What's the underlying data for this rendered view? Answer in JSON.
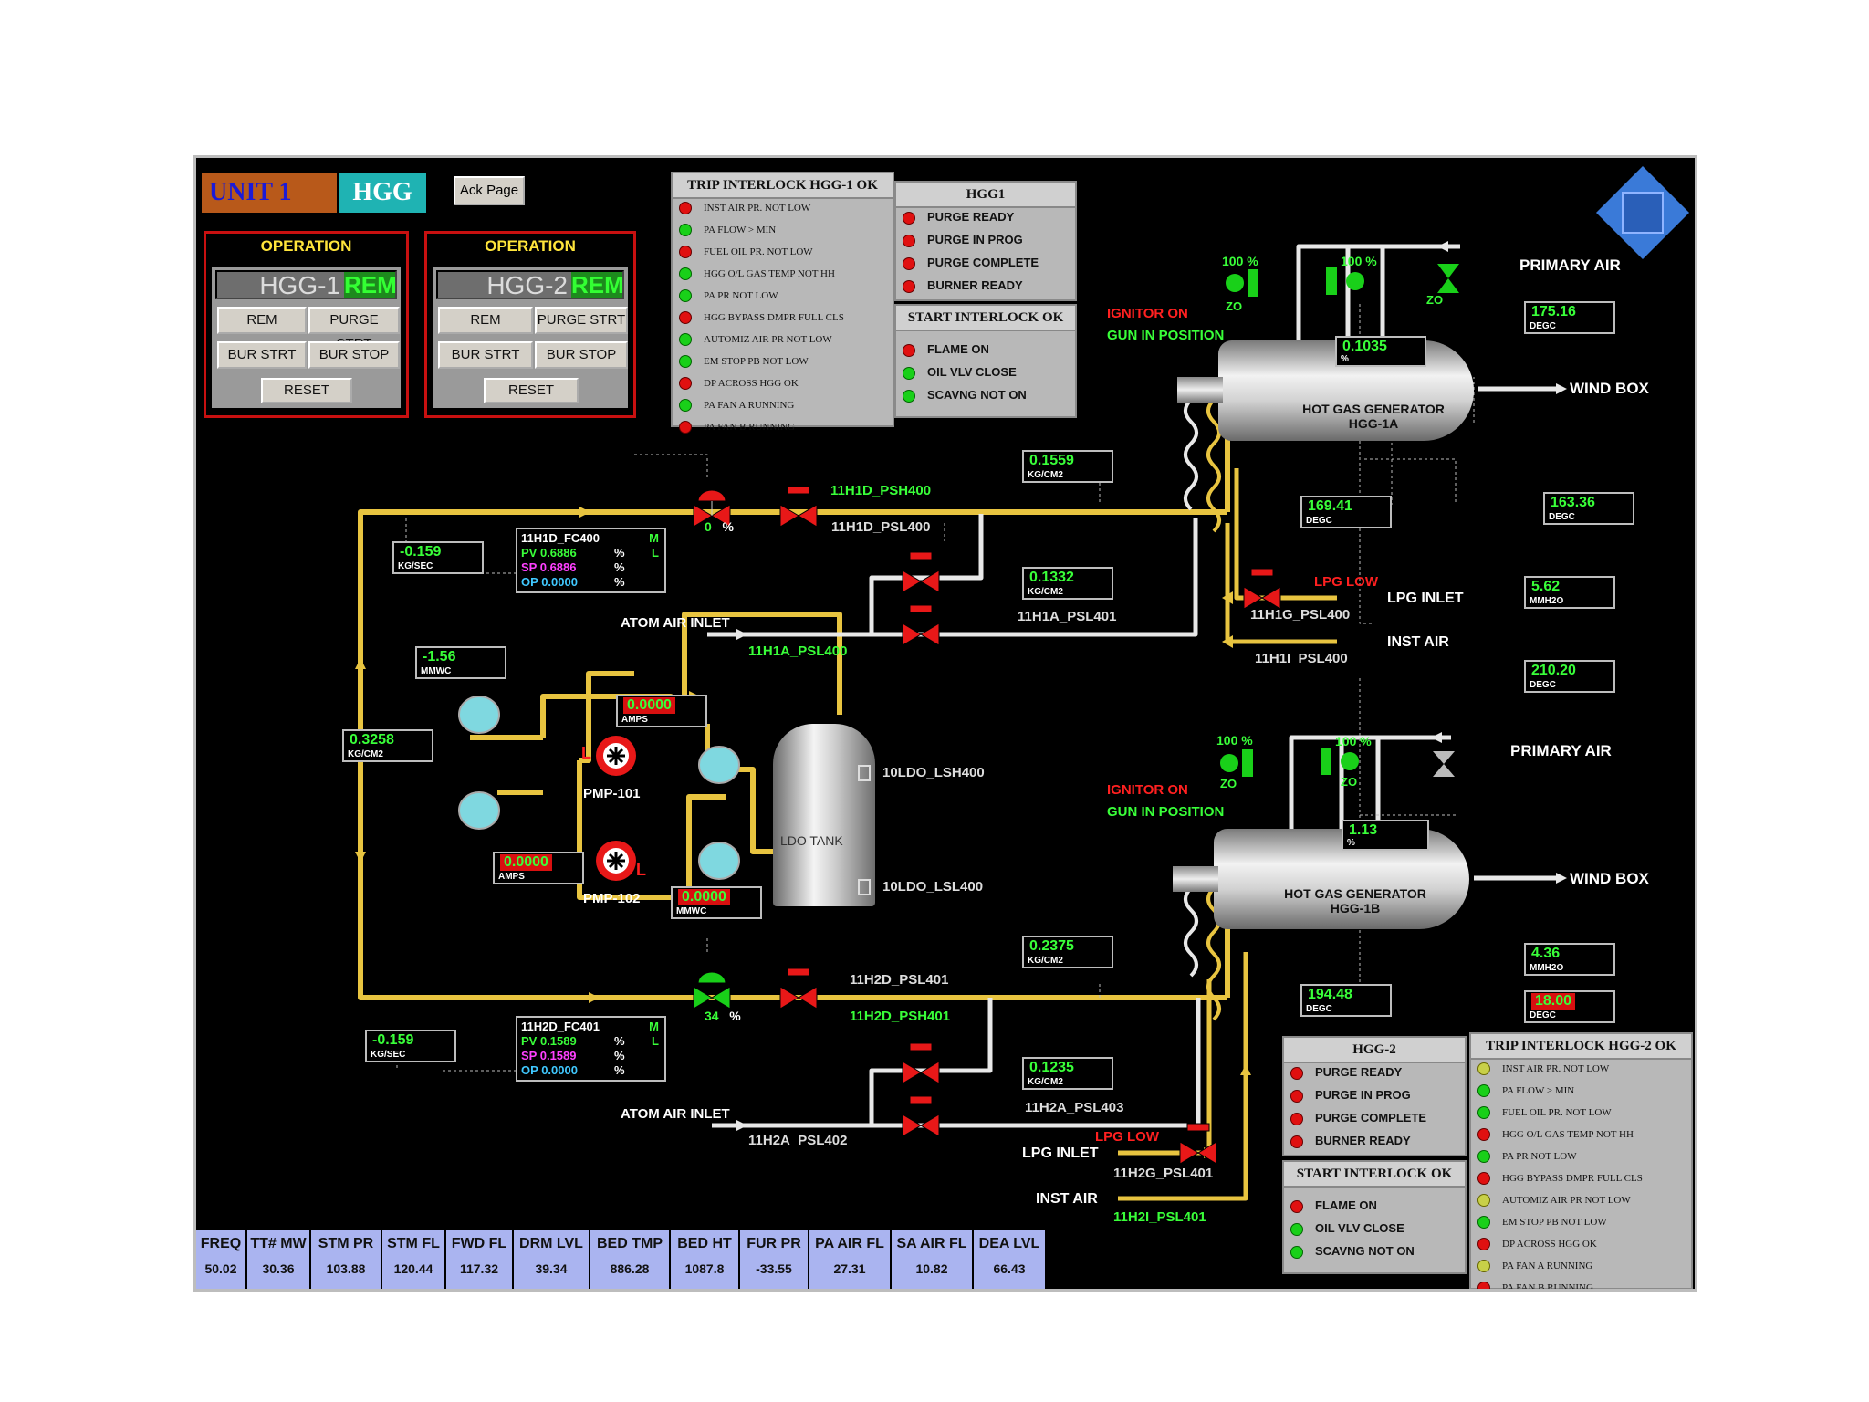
{
  "header": {
    "unit": "UNIT 1",
    "area": "HGG",
    "ack_button": "Ack Page"
  },
  "operation": [
    {
      "title": "OPERATION",
      "id": "HGG-1",
      "mode": "REM",
      "buttons": {
        "rem": "REM",
        "purge_strt": "PURGE STRT",
        "bur_strt": "BUR STRT",
        "bur_stop": "BUR STOP",
        "reset": "RESET"
      }
    },
    {
      "title": "OPERATION",
      "id": "HGG-2",
      "mode": "REM",
      "buttons": {
        "rem": "REM",
        "purge_strt": "PURGE STRT",
        "bur_strt": "BUR STRT",
        "bur_stop": "BUR STOP",
        "reset": "RESET"
      }
    }
  ],
  "trip_hgg1": {
    "title": "TRIP INTERLOCK HGG-1 OK",
    "items": [
      {
        "label": "INST AIR PR. NOT LOW",
        "status": "red"
      },
      {
        "label": "PA FLOW > MIN",
        "status": "green"
      },
      {
        "label": "FUEL OIL PR. NOT LOW",
        "status": "red"
      },
      {
        "label": "HGG O/L GAS TEMP NOT HH",
        "status": "green"
      },
      {
        "label": "PA PR NOT LOW",
        "status": "green"
      },
      {
        "label": "HGG BYPASS DMPR FULL CLS",
        "status": "red"
      },
      {
        "label": "AUTOMIZ AIR PR NOT LOW",
        "status": "green"
      },
      {
        "label": "EM STOP PB NOT LOW",
        "status": "green"
      },
      {
        "label": "DP ACROSS HGG OK",
        "status": "red"
      },
      {
        "label": "PA FAN A RUNNING",
        "status": "green"
      },
      {
        "label": "PA FAN B RUNNING",
        "status": "red"
      }
    ]
  },
  "hgg1_status": {
    "title": "HGG1",
    "items": [
      {
        "label": "PURGE READY",
        "status": "red"
      },
      {
        "label": "PURGE IN PROG",
        "status": "red"
      },
      {
        "label": "PURGE COMPLETE",
        "status": "red"
      },
      {
        "label": "BURNER READY",
        "status": "red"
      }
    ],
    "start_title": "START INTERLOCK OK",
    "start_items": [
      {
        "label": "FLAME ON",
        "status": "red"
      },
      {
        "label": "OIL VLV CLOSE",
        "status": "green"
      },
      {
        "label": "SCAVNG NOT ON",
        "status": "green"
      }
    ]
  },
  "hgg2_status": {
    "title": "HGG-2",
    "items": [
      {
        "label": "PURGE READY",
        "status": "red"
      },
      {
        "label": "PURGE IN PROG",
        "status": "red"
      },
      {
        "label": "PURGE COMPLETE",
        "status": "red"
      },
      {
        "label": "BURNER READY",
        "status": "red"
      }
    ],
    "start_title": "START INTERLOCK OK",
    "start_items": [
      {
        "label": "FLAME ON",
        "status": "red"
      },
      {
        "label": "OIL VLV CLOSE",
        "status": "green"
      },
      {
        "label": "SCAVNG NOT ON",
        "status": "green"
      }
    ]
  },
  "trip_hgg2": {
    "title": "TRIP INTERLOCK HGG-2 OK",
    "items": [
      {
        "label": "INST AIR PR. NOT LOW",
        "status": "yellow"
      },
      {
        "label": "PA FLOW > MIN",
        "status": "green"
      },
      {
        "label": "FUEL OIL PR. NOT LOW",
        "status": "green"
      },
      {
        "label": "HGG O/L GAS TEMP NOT HH",
        "status": "red"
      },
      {
        "label": "PA PR NOT LOW",
        "status": "green"
      },
      {
        "label": "HGG BYPASS DMPR FULL CLS",
        "status": "red"
      },
      {
        "label": "AUTOMIZ AIR PR NOT LOW",
        "status": "yellow"
      },
      {
        "label": "EM STOP PB NOT LOW",
        "status": "green"
      },
      {
        "label": "DP ACROSS HGG OK",
        "status": "red"
      },
      {
        "label": "PA FAN A RUNNING",
        "status": "yellow"
      },
      {
        "label": "PA FAN B RUNNING",
        "status": "red"
      }
    ]
  },
  "generator_1": {
    "name": "HOT GAS GENERATOR",
    "tag": "HGG-1A",
    "ignitor": "IGNITOR ON",
    "gun": "GUN IN POSITION",
    "primary_air": "PRIMARY AIR",
    "wind_box": "WIND BOX",
    "damper_left": "100",
    "damper_right": "100",
    "pct": "%",
    "zo": "ZO",
    "readings": {
      "outlet_temp": {
        "value": "175.16",
        "unit": "DEGC"
      },
      "damper_pos": {
        "value": "0.1035",
        "unit": "%"
      },
      "shell_temp": {
        "value": "169.41",
        "unit": "DEGC"
      },
      "side_temp": {
        "value": "163.36",
        "unit": "DEGC"
      },
      "draft": {
        "value": "5.62",
        "unit": "MMH2O"
      }
    }
  },
  "generator_2": {
    "name": "HOT GAS GENERATOR",
    "tag": "HGG-1B",
    "ignitor": "IGNITOR ON",
    "gun": "GUN IN POSITION",
    "primary_air": "PRIMARY AIR",
    "wind_box": "WIND BOX",
    "damper_left": "100",
    "damper_right": "100",
    "pct": "%",
    "zo": "ZO",
    "readings": {
      "outlet_temp": {
        "value": "210.20",
        "unit": "DEGC"
      },
      "damper_pos": {
        "value": "1.13",
        "unit": "%"
      },
      "shell_temp": {
        "value": "194.48",
        "unit": "DEGC"
      },
      "draft": {
        "value": "4.36",
        "unit": "MMH2O"
      },
      "alarm_temp": {
        "value": "18.00",
        "unit": "DEGC"
      }
    }
  },
  "fuel_line_1": {
    "psh": "11H1D_PSH400",
    "psl": "11H1D_PSL400",
    "atom_psl": "11H1A_PSL400",
    "atom_psl401": "11H1A_PSL401",
    "lpg_psl": "11H1G_PSL400",
    "inst_psl": "11H1I_PSL400",
    "atom_air_inlet": "ATOM AIR INLET",
    "lpg_inlet": "LPG INLET",
    "lpg_low": "LPG LOW",
    "inst_air": "INST AIR",
    "valve_pos": "0",
    "pct": "%",
    "press_1": {
      "value": "0.1559",
      "unit": "KG/CM2"
    },
    "press_2": {
      "value": "0.1332",
      "unit": "KG/CM2"
    },
    "flow": {
      "value": "-0.159",
      "unit": "KG/SEC"
    },
    "fc": {
      "tag": "11H1D_FC400",
      "m": "M",
      "l": "L",
      "pv_label": "PV",
      "pv": "0.6886",
      "sp_label": "SP",
      "sp": "0.6886",
      "op_label": "OP",
      "op": "0.0000",
      "pct": "%"
    }
  },
  "fuel_line_2": {
    "psh": "11H2D_PSH401",
    "psl": "11H2D_PSL401",
    "atom_psl": "11H2A_PSL402",
    "atom_psl403": "11H2A_PSL403",
    "lpg_psl": "11H2G_PSL401",
    "inst_psl": "11H2I_PSL401",
    "atom_air_inlet": "ATOM AIR INLET",
    "lpg_inlet": "LPG INLET",
    "lpg_low": "LPG LOW",
    "inst_air": "INST AIR",
    "valve_pos": "34",
    "pct": "%",
    "press_1": {
      "value": "0.2375",
      "unit": "KG/CM2"
    },
    "press_2": {
      "value": "0.1235",
      "unit": "KG/CM2"
    },
    "flow": {
      "value": "-0.159",
      "unit": "KG/SEC"
    },
    "fc": {
      "tag": "11H2D_FC401",
      "m": "M",
      "l": "L",
      "pv_label": "PV",
      "pv": "0.1589",
      "sp_label": "SP",
      "sp": "0.1589",
      "op_label": "OP",
      "op": "0.0000",
      "pct": "%"
    }
  },
  "pump_skid": {
    "pmp101": "PMP-101",
    "pmp102": "PMP-102",
    "pump_mode": "L",
    "tank": "LDO TANK",
    "lsh": "10LDO_LSH400",
    "lsl": "10LDO_LSL400",
    "filter_dp": {
      "value": "-1.56",
      "unit": "MMWC"
    },
    "header_press": {
      "value": "0.3258",
      "unit": "KG/CM2"
    },
    "amps_101": {
      "value": "0.0000",
      "unit": "AMPS"
    },
    "amps_102": {
      "value": "0.0000",
      "unit": "AMPS"
    },
    "strainer_dp": {
      "value": "0.0000",
      "unit": "MMWC"
    }
  },
  "summary_bar": [
    {
      "label": "FREQ",
      "value": "50.02"
    },
    {
      "label": "TT# MW",
      "value": "30.36"
    },
    {
      "label": "STM PR",
      "value": "103.88"
    },
    {
      "label": "STM FL",
      "value": "120.44"
    },
    {
      "label": "FWD FL",
      "value": "117.32"
    },
    {
      "label": "DRM LVL",
      "value": "39.34"
    },
    {
      "label": "BED TMP",
      "value": "886.28"
    },
    {
      "label": "BED HT",
      "value": "1087.8"
    },
    {
      "label": "FUR PR",
      "value": "-33.55"
    },
    {
      "label": "PA AIR FL",
      "value": "27.31"
    },
    {
      "label": "SA AIR FL",
      "value": "10.82"
    },
    {
      "label": "DEA LVL",
      "value": "66.43"
    }
  ],
  "colors": {
    "fuel_pipe": "#e8c440",
    "air_pipe": "#e8e8e8",
    "alarm": "#e01010",
    "ok": "#19d019",
    "text_ok": "#39ff39",
    "nav": "#3a7ad8"
  }
}
